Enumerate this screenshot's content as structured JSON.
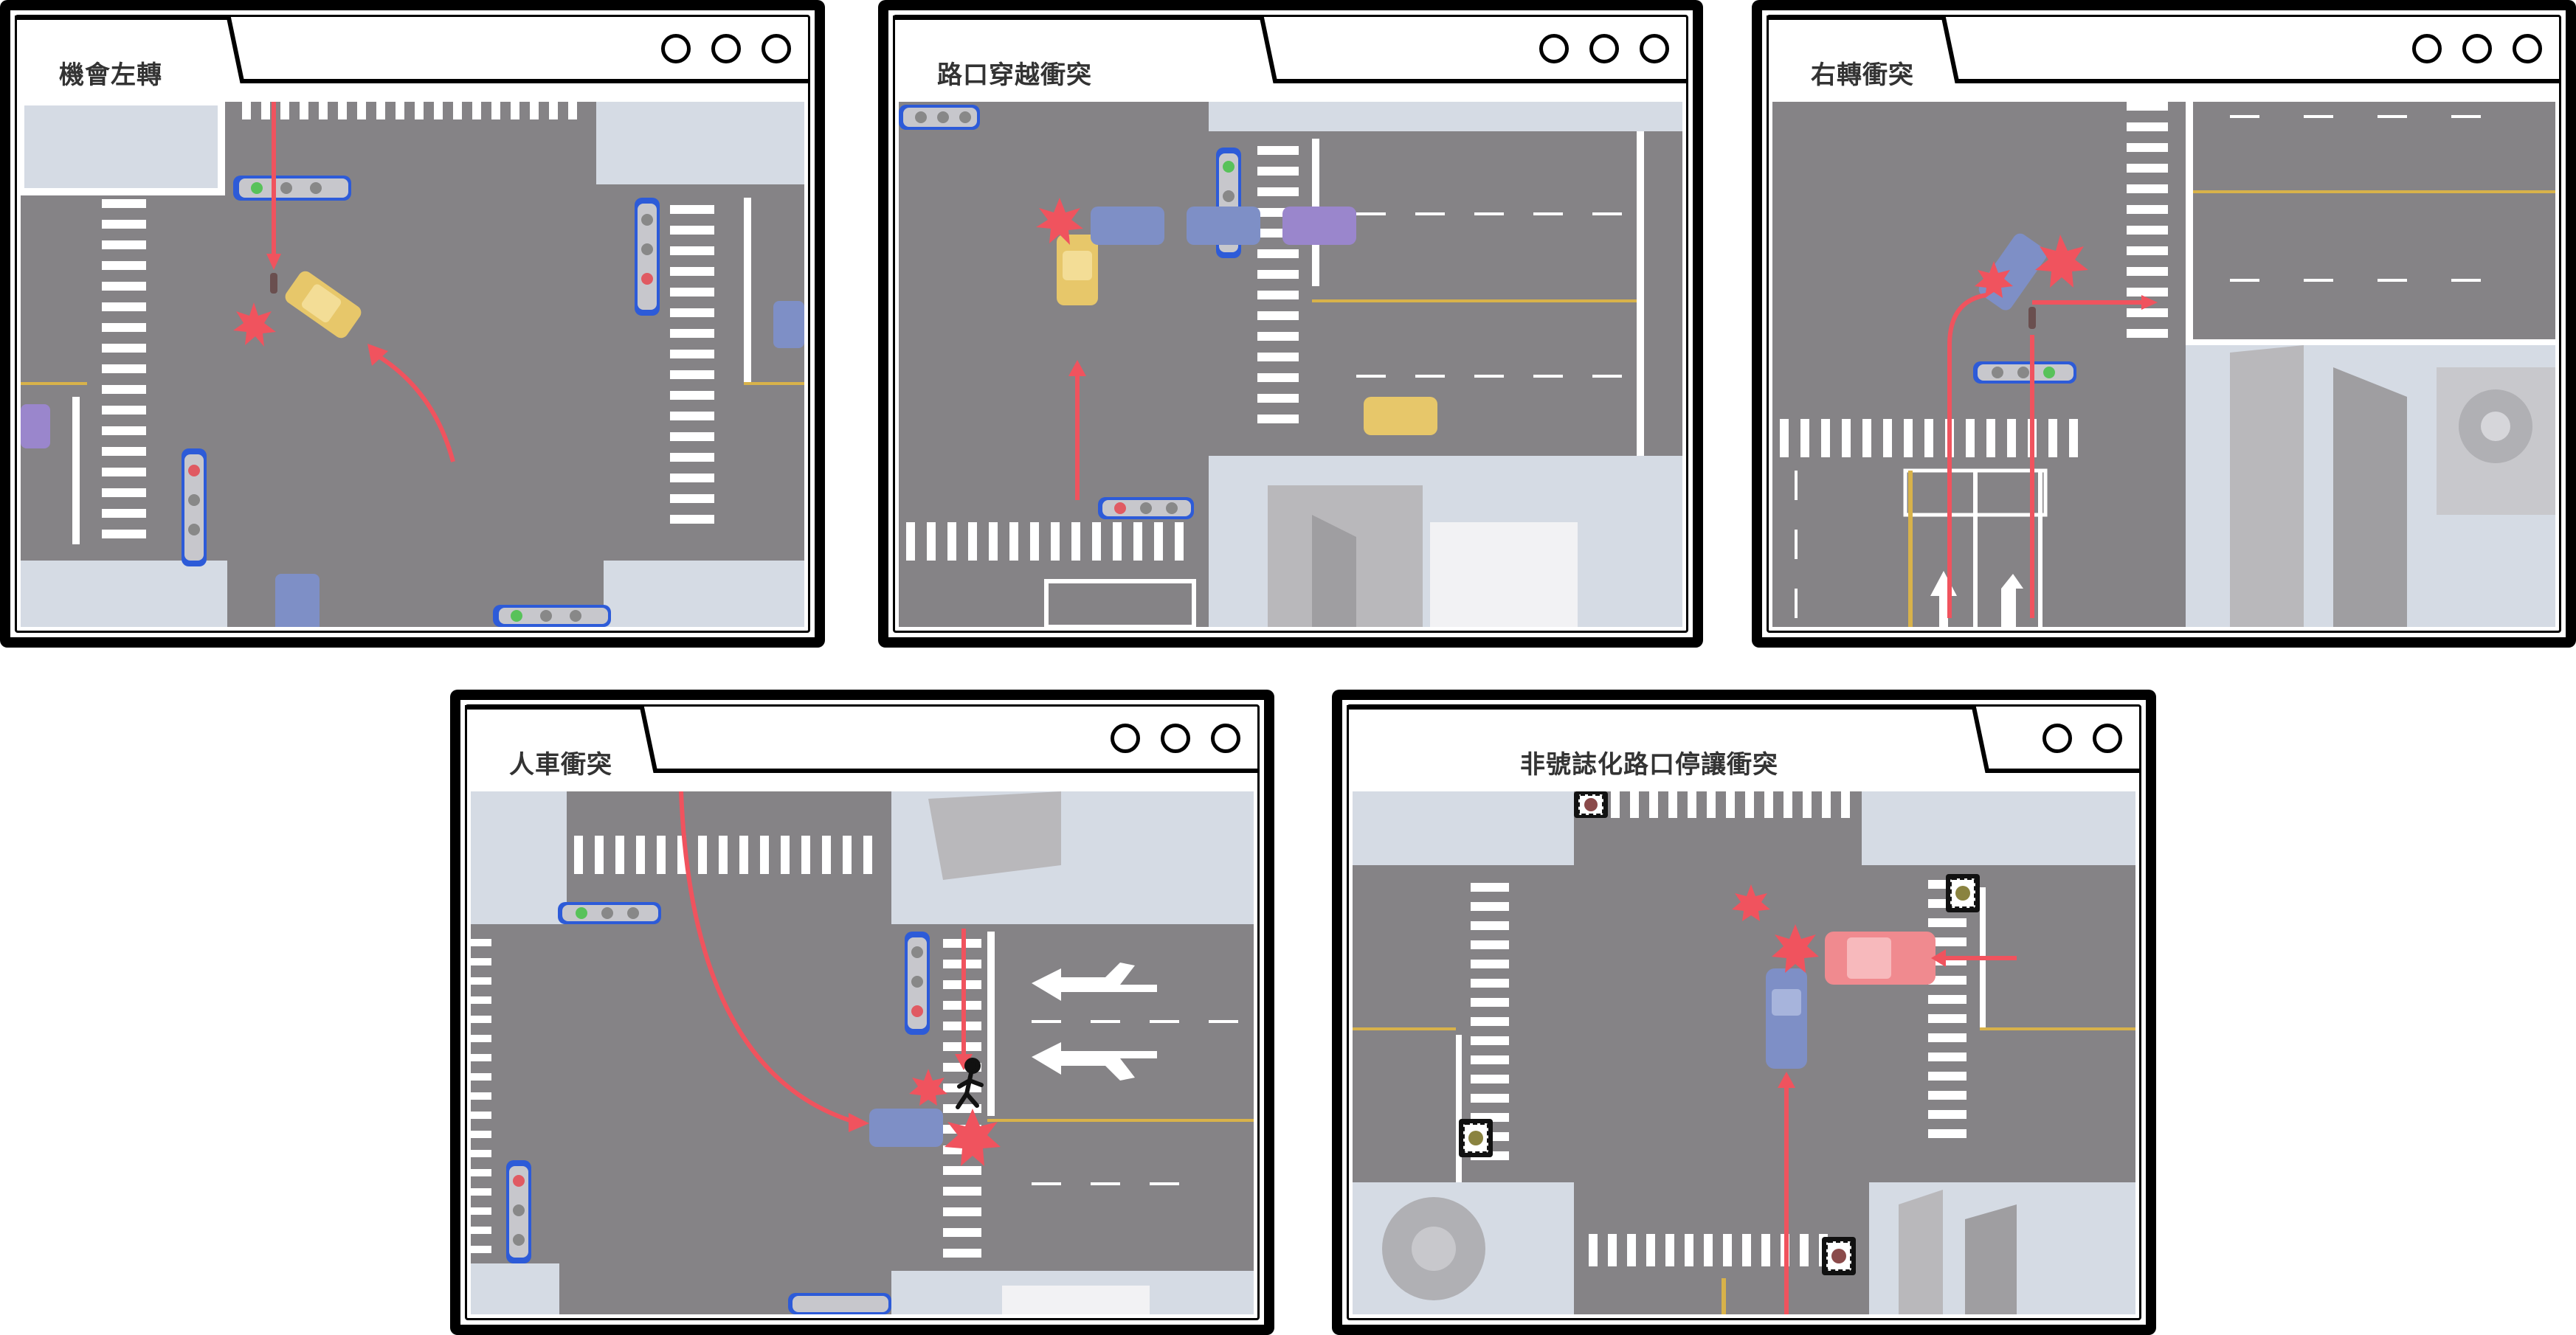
{
  "windows": [
    {
      "title": "機會左轉",
      "dots": 3
    },
    {
      "title": "路口穿越衝突",
      "dots": 3
    },
    {
      "title": "右轉衝突",
      "dots": 3
    },
    {
      "title": "人車衝突",
      "dots": 3
    },
    {
      "title": "非號誌化路口停讓衝突",
      "dots": 2
    }
  ],
  "colors": {
    "road": "#858386",
    "sidewalk": "#d5dbe4",
    "crosswalk": "#ffffff",
    "arrow_red": "#f0535e",
    "burst_red": "#f0535e",
    "car_yellow": "#e7c76a",
    "car_blue": "#7e8fc6",
    "car_purple": "#9a86cc",
    "car_red": "#f08a8f",
    "signal_blue": "#2d5bd8",
    "lane_yellow": "#d8b24a"
  },
  "icons": [
    "crash-burst-icon",
    "pedestrian-icon",
    "traffic-signal-icon",
    "stop-sign-icon",
    "bicycle-icon",
    "lane-arrow-icon"
  ]
}
